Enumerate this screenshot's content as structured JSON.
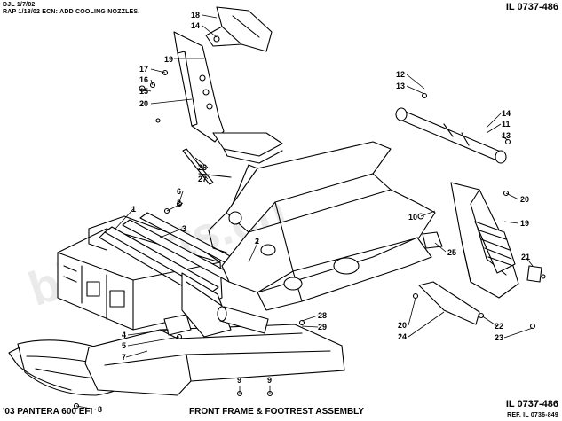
{
  "header": {
    "line1": "DJL 1/7/02",
    "line2": "RAP 1/18/02 ECN: ADD COOLING NOZZLES.",
    "il_top": "IL 0737-486"
  },
  "footer": {
    "model": "'03 PANTERA 600 EFI",
    "title": "FRONT FRAME & FOOTREST ASSEMBLY",
    "il_bottom": "IL 0737-486",
    "ref": "REF. IL 0736-849"
  },
  "watermark": "blwparts.ch",
  "callouts": [
    {
      "id": "18a",
      "label": "18"
    },
    {
      "id": "14a",
      "label": "14"
    },
    {
      "id": "19a",
      "label": "19"
    },
    {
      "id": "17a",
      "label": "17"
    },
    {
      "id": "16a",
      "label": "16"
    },
    {
      "id": "15a",
      "label": "15"
    },
    {
      "id": "20a",
      "label": "20"
    },
    {
      "id": "12a",
      "label": "12"
    },
    {
      "id": "13a",
      "label": "13"
    },
    {
      "id": "14b",
      "label": "14"
    },
    {
      "id": "11a",
      "label": "11"
    },
    {
      "id": "13b",
      "label": "13"
    },
    {
      "id": "26a",
      "label": "26"
    },
    {
      "id": "27a",
      "label": "27"
    },
    {
      "id": "1a",
      "label": "1"
    },
    {
      "id": "6a",
      "label": "6"
    },
    {
      "id": "2a",
      "label": "2"
    },
    {
      "id": "3a",
      "label": "3"
    },
    {
      "id": "2b",
      "label": "2"
    },
    {
      "id": "20b",
      "label": "20"
    },
    {
      "id": "10a",
      "label": "10"
    },
    {
      "id": "19b",
      "label": "19"
    },
    {
      "id": "25a",
      "label": "25"
    },
    {
      "id": "21a",
      "label": "21"
    },
    {
      "id": "28a",
      "label": "28"
    },
    {
      "id": "29a",
      "label": "29"
    },
    {
      "id": "4a",
      "label": "4"
    },
    {
      "id": "5a",
      "label": "5"
    },
    {
      "id": "7a",
      "label": "7"
    },
    {
      "id": "20c",
      "label": "20"
    },
    {
      "id": "24a",
      "label": "24"
    },
    {
      "id": "22a",
      "label": "22"
    },
    {
      "id": "23a",
      "label": "23"
    },
    {
      "id": "9a",
      "label": "9"
    },
    {
      "id": "9b",
      "label": "9"
    },
    {
      "id": "8a",
      "label": "8"
    }
  ]
}
